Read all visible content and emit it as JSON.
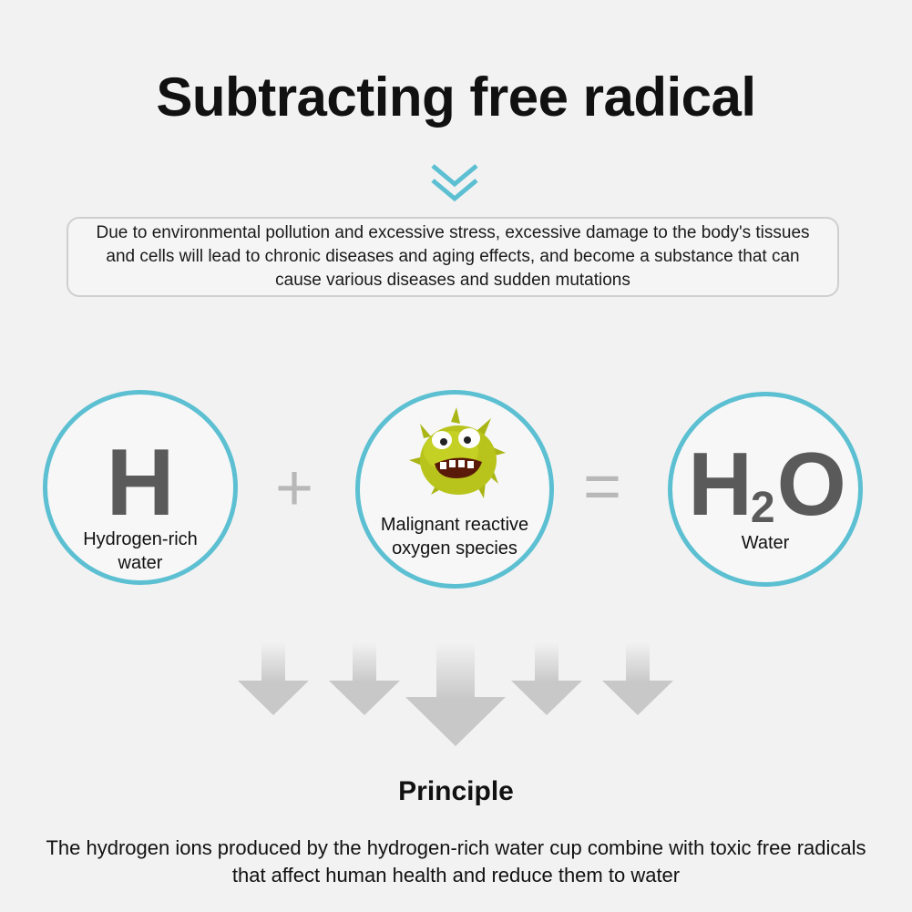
{
  "title": "Subtracting free radical",
  "intro": "Due to environmental pollution and excessive stress, excessive damage to the body's tissues and cells will lead to chronic diseases and aging effects, and become a substance that can cause various diseases and sudden mutations",
  "equation": {
    "hydrogen": {
      "symbol": "H",
      "label": "Hydrogen-rich water"
    },
    "plus": "+",
    "radical": {
      "label": "Malignant reactive oxygen species",
      "icon": "microbe-icon"
    },
    "equals": "=",
    "water": {
      "symbol_main": "H",
      "symbol_sub": "2",
      "symbol_end": "O",
      "label": "Water"
    }
  },
  "principle": {
    "heading": "Principle",
    "text": "The hydrogen ions produced by the hydrogen-rich water cup combine with toxic free radicals that affect human health and reduce them to water"
  },
  "colors": {
    "accent": "#5cc0d2",
    "background": "#f2f2f2",
    "symbol_gray": "#5a5a5a",
    "arrow_gray": "#c8c8c8",
    "microbe_yellow": "#b8c41c"
  }
}
